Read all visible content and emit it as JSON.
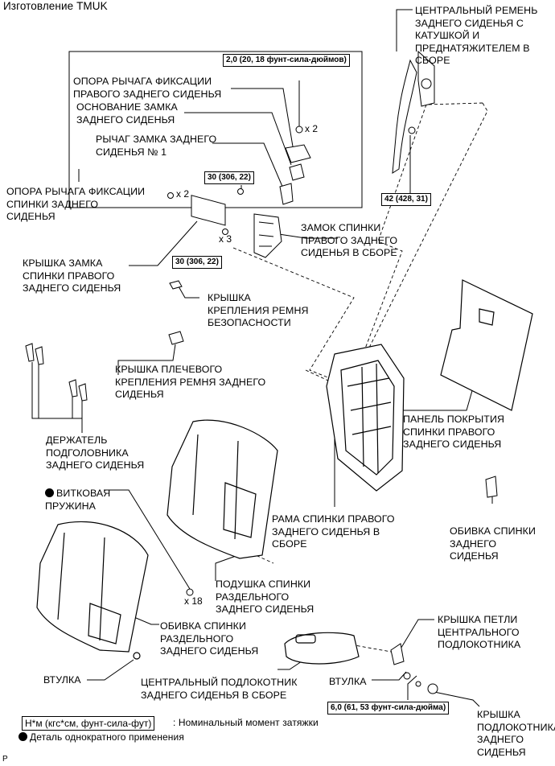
{
  "header": {
    "title": "Изготовление TMUK"
  },
  "labels": {
    "center_belt": "ЦЕНТРАЛЬНЫЙ РЕМЕНЬ\nЗАДНЕГО СИДЕНЬЯ С\nКАТУШКОЙ И\nПРЕДНАТЯЖИТЕЛЕМ В\nСБОРЕ",
    "lock_lever_support_rh": "ОПОРА РЫЧАГА ФИКСАЦИИ\nПРАВОГО ЗАДНЕГО СИДЕНЬЯ",
    "lock_base": "ОСНОВАНИЕ ЗАМКА\nЗАДНЕГО СИДЕНЬЯ",
    "lock_lever_no1": "РЫЧАГ ЗАМКА ЗАДНЕГО\nСИДЕНЬЯ № 1",
    "lock_lever_support_back": "ОПОРА РЫЧАГА ФИКСАЦИИ\nСПИНКИ ЗАДНЕГО\nСИДЕНЬЯ",
    "seatback_lock_assy": "ЗАМОК СПИНКИ\nПРАВОГО ЗАДНЕГО\nСИДЕНЬЯ В СБОРЕ",
    "seatback_lock_cover": "КРЫШКА ЗАМКА\nСПИНКИ ПРАВОГО\nЗАДНЕГО СИДЕНЬЯ",
    "belt_anchor_cover": "КРЫШКА\nКРЕПЛЕНИЯ РЕМНЯ\nБЕЗОПАСНОСТИ",
    "shoulder_belt_cover": "КРЫШКА ПЛЕЧЕВОГО\nКРЕПЛЕНИЯ РЕМНЯ ЗАДНЕГО\nСИДЕНЬЯ",
    "headrest_holder": "ДЕРЖАТЕЛЬ\nПОДГОЛОВНИКА\nЗАДНЕГО СИДЕНЬЯ",
    "cover_panel": "ПАНЕЛЬ ПОКРЫТИЯ\nСПИНКИ ПРАВОГО\nЗАДНЕГО СИДЕНЬЯ",
    "coil_spring": "ВИТКОВАЯ\nПРУЖИНА",
    "frame": "РАМА СПИНКИ ПРАВОГО\nЗАДНЕГО СИДЕНЬЯ В\nСБОРЕ",
    "back_cover_right": "ОБИВКА СПИНКИ\nЗАДНЕГО\nСИДЕНЬЯ",
    "split_pad": "ПОДУШКА СПИНКИ\nРАЗДЕЛЬНОГО\nЗАДНЕГО СИДЕНЬЯ",
    "split_cover": "ОБИВКА СПИНКИ\nРАЗДЕЛЬНОГО\nЗАДНЕГО СИДЕНЬЯ",
    "bushing_left": "ВТУЛКА",
    "armrest_hinge_cover": "КРЫШКА ПЕТЛИ\nЦЕНТРАЛЬНОГО\nПОДЛОКОТНИКА",
    "center_armrest": "ЦЕНТРАЛЬНЫЙ ПОДЛОКОТНИК\nЗАДНЕГО СИДЕНЬЯ В СБОРЕ",
    "bushing_right": "ВТУЛКА",
    "armrest_cover": "КРЫШКА\nПОДЛОКОТНИКА\nЗАДНЕГО\nСИДЕНЬЯ"
  },
  "torques": {
    "t1": "2,0 (20, 18 фунт-сила-дюймов)",
    "t2": "30 (306, 22)",
    "t3": "30 (306, 22)",
    "t4": "42 (428, 31)",
    "t5": "6,0 (61, 53 фунт-сила-дюйма)"
  },
  "quantities": {
    "q_x2_top": "x 2",
    "q_x2_left": "x 2",
    "q_x3": "x 3",
    "q_x18": "x 18"
  },
  "legend": {
    "torque_box": "Н*м (кгс*см, фунт-сила-фут)",
    "torque_text": ": Номинальный момент затяжки",
    "single_use": "Деталь однократного применения"
  },
  "footer": {
    "mark": "P"
  }
}
